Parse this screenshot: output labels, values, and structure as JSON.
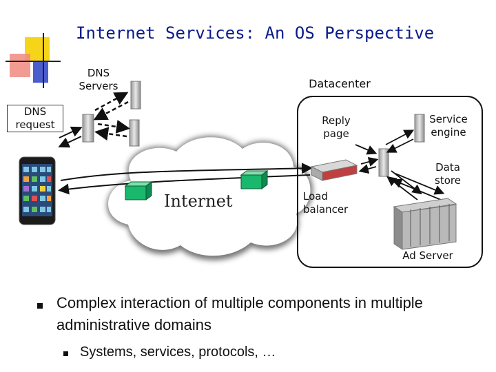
{
  "slide": {
    "title": "Internet Services: An OS Perspective",
    "labels": {
      "dns_servers": "DNS\nServers",
      "dns_request": "DNS\nrequest",
      "datacenter": "Datacenter",
      "reply_page": "Reply\npage",
      "service_engine": "Service\nengine",
      "data_store": "Data\nstore",
      "load_balancer": "Load\nbalancer",
      "ad_server": "Ad Server",
      "internet": "Internet"
    },
    "bullets": {
      "main": "Complex interaction of multiple components in multiple administrative domains",
      "sub": "Systems, services, protocols, …"
    }
  },
  "colors": {
    "title": "#0b1a8c",
    "deco_yellow": "#f5d41a",
    "deco_red": "#e2504a",
    "deco_blue": "#2b3fc4",
    "router_green": "#19b86d"
  }
}
